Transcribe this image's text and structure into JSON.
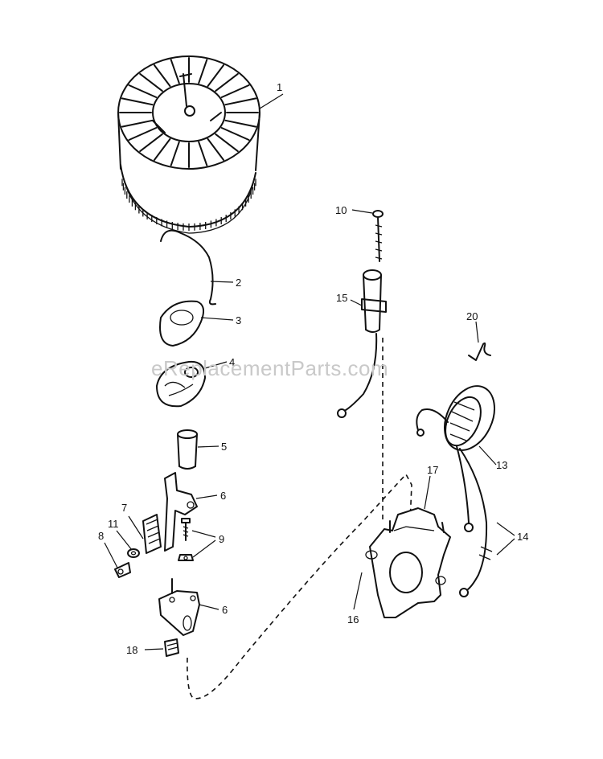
{
  "watermark": "eReplacementParts.com",
  "callouts": [
    {
      "id": "label-1",
      "text": "1"
    },
    {
      "id": "label-2",
      "text": "2"
    },
    {
      "id": "label-3",
      "text": "3"
    },
    {
      "id": "label-4",
      "text": "4"
    },
    {
      "id": "label-5",
      "text": "5"
    },
    {
      "id": "label-6a",
      "text": "6"
    },
    {
      "id": "label-7",
      "text": "7"
    },
    {
      "id": "label-8",
      "text": "8"
    },
    {
      "id": "label-11",
      "text": "11"
    },
    {
      "id": "label-9a",
      "text": "9"
    },
    {
      "id": "label-9b",
      "text": "9"
    },
    {
      "id": "label-6b",
      "text": "6"
    },
    {
      "id": "label-18",
      "text": "18"
    },
    {
      "id": "label-10",
      "text": "10"
    },
    {
      "id": "label-15",
      "text": "15"
    },
    {
      "id": "label-20",
      "text": "20"
    },
    {
      "id": "label-13",
      "text": "13"
    },
    {
      "id": "label-17",
      "text": "17"
    },
    {
      "id": "label-14",
      "text": "14"
    },
    {
      "id": "label-16",
      "text": "16"
    }
  ]
}
